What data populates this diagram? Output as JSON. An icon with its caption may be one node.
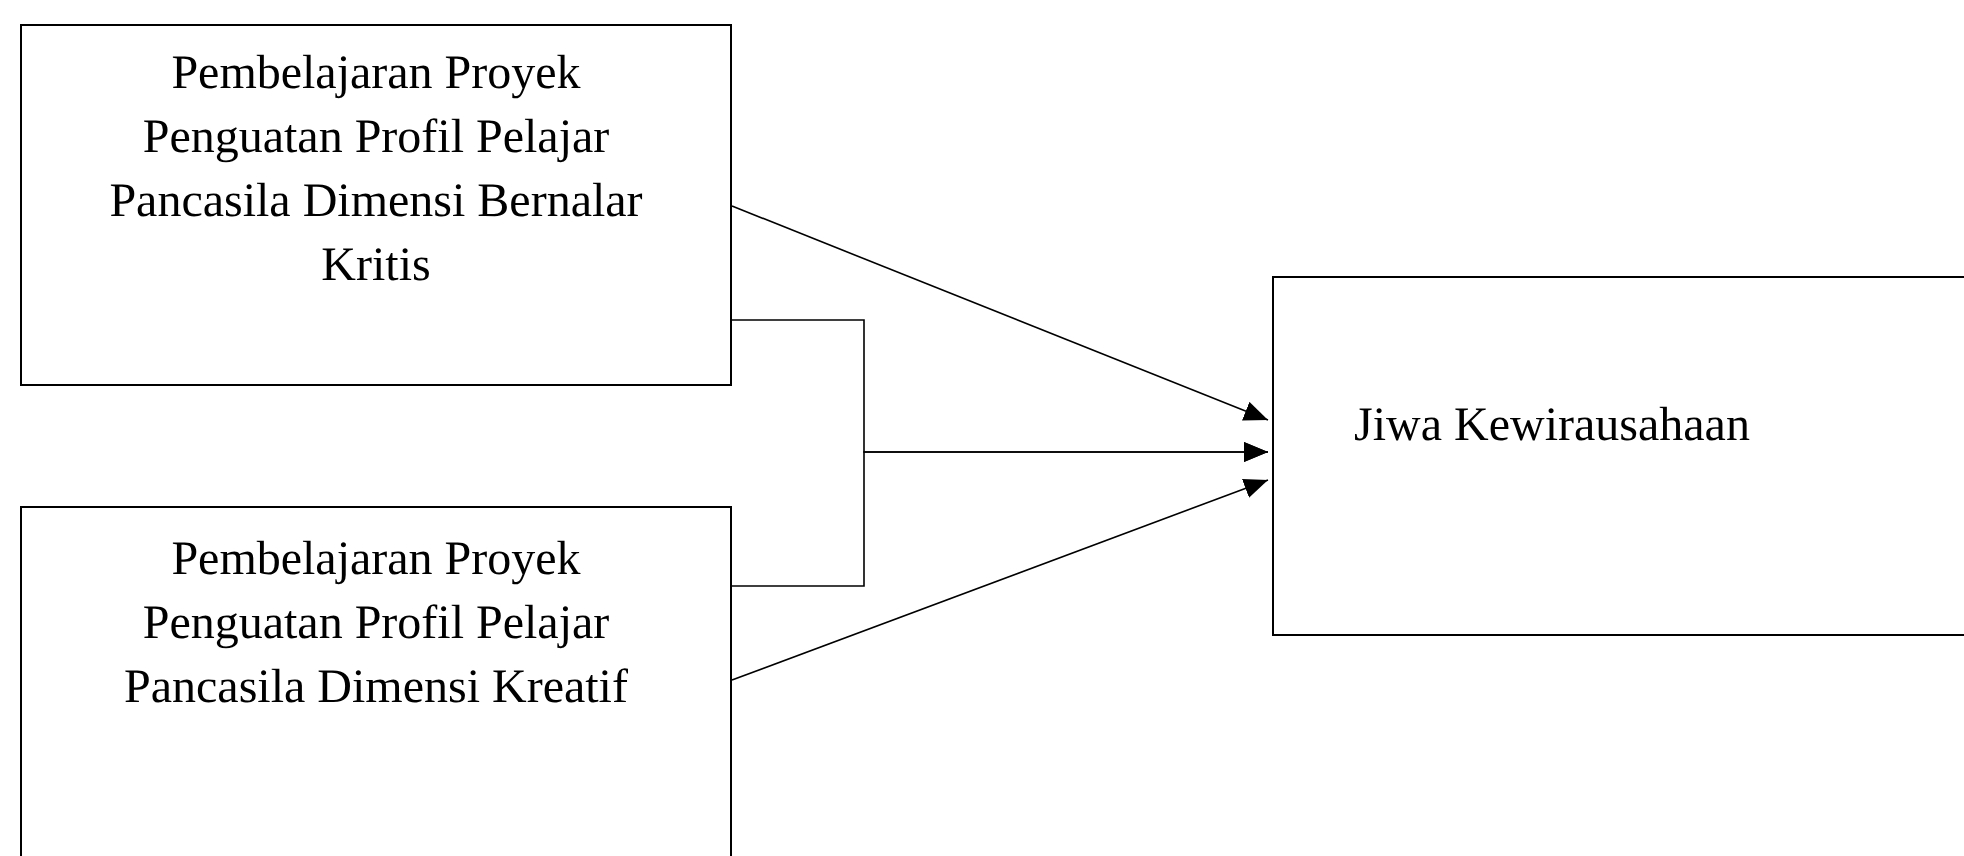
{
  "diagram": {
    "nodes": [
      {
        "text": [
          "Pembelajaran Proyek Penguatan Profil Pelajar Pancasila Dimensi Bernalar Kritis"
        ]
      },
      {
        "text": [
          "Pembelajaran Proyek Penguatan Profil Pelajar Pancasila Dimensi Kreatif"
        ]
      },
      {
        "text": [
          "Jiwa Kewirausahaan"
        ]
      }
    ],
    "edges": [
      {
        "from": 0,
        "to": 2,
        "arrow": "to"
      },
      {
        "from": 1,
        "to": 2,
        "arrow": "to"
      },
      {
        "from": 0,
        "to": 2,
        "arrow": "to"
      },
      {
        "from": 1,
        "to": 2,
        "arrow": "to"
      }
    ]
  }
}
